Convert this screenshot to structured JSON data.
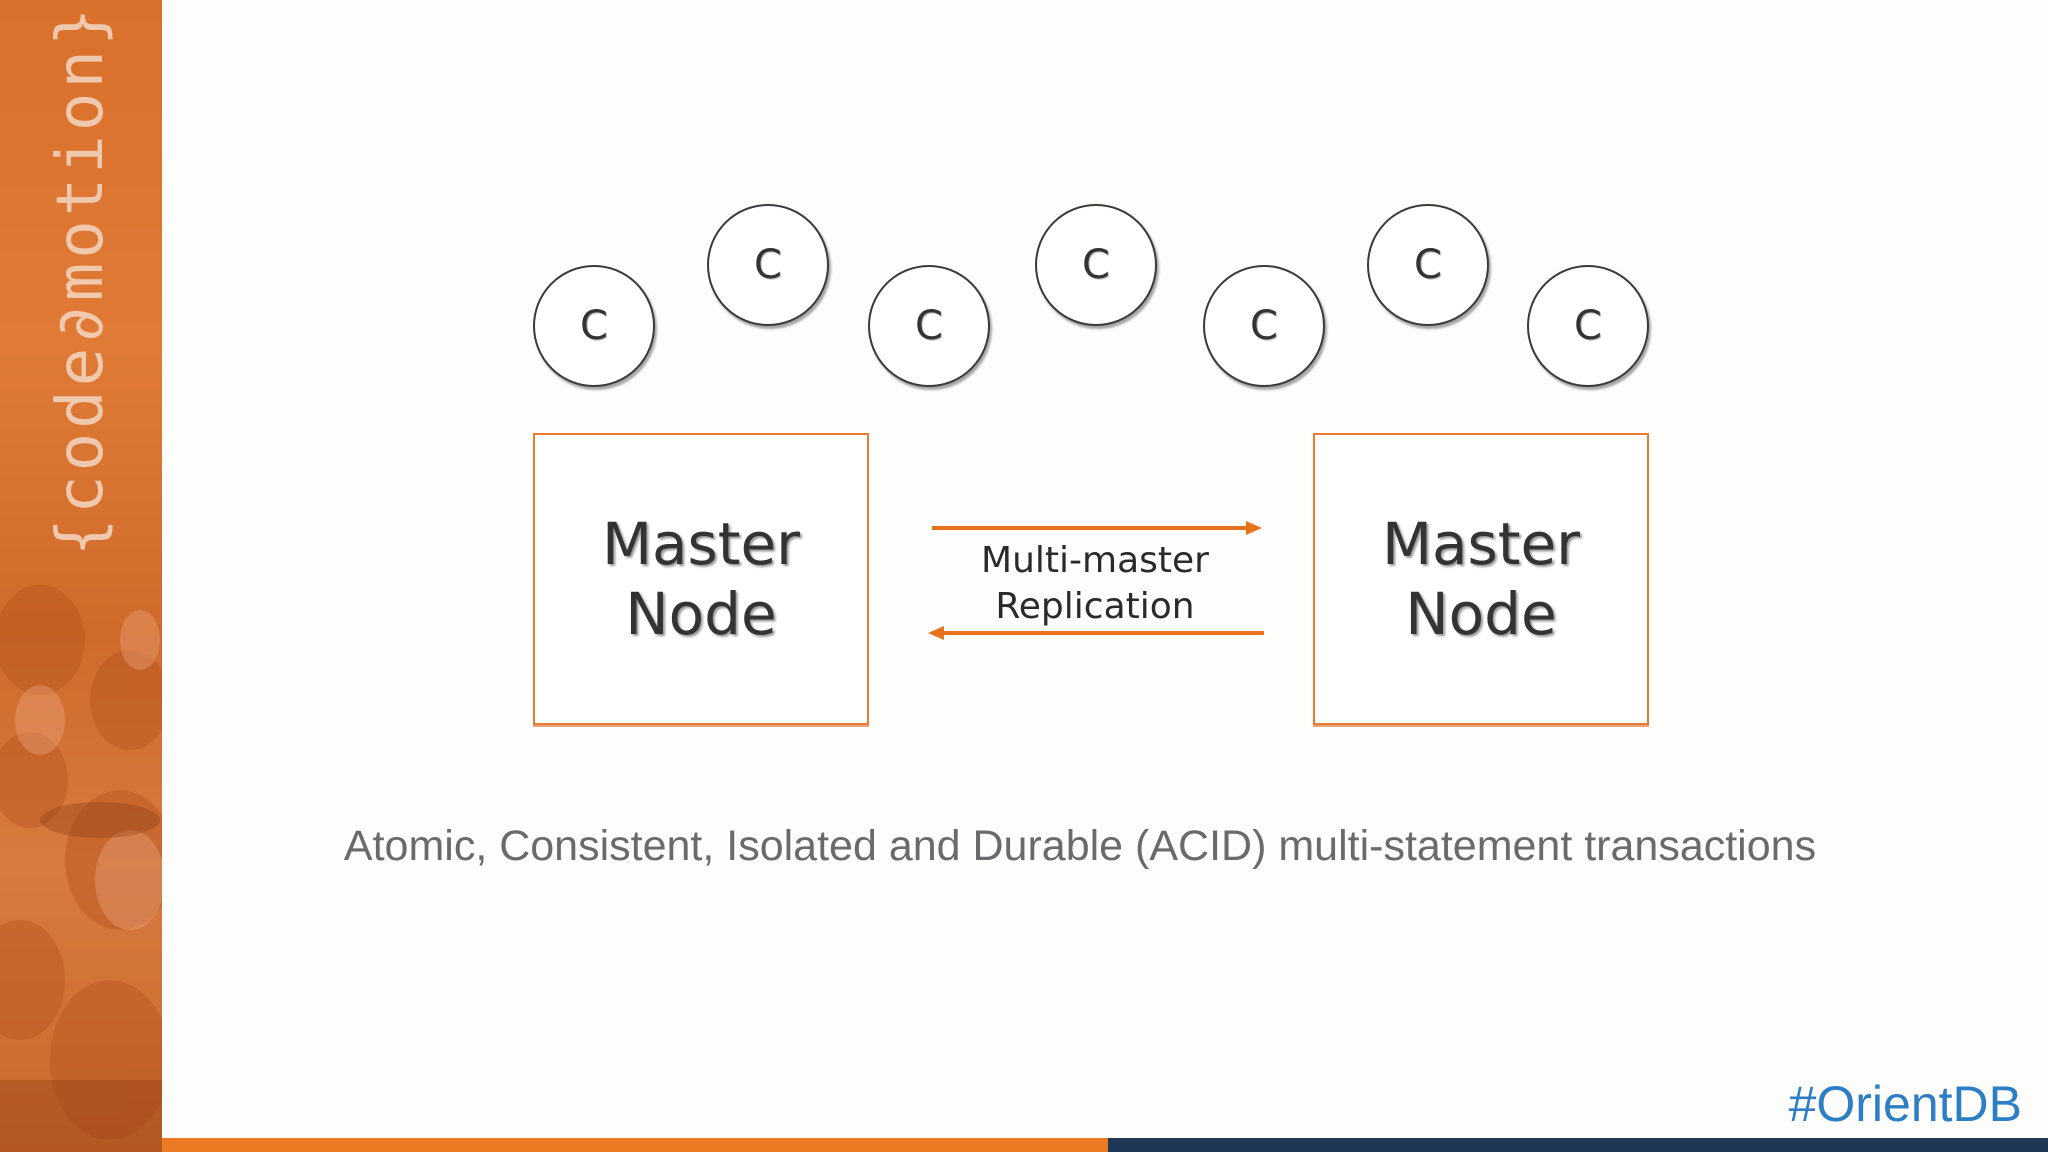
{
  "sidebar": {
    "logo_text": "{code∂motion}"
  },
  "diagram": {
    "clients": [
      "C",
      "C",
      "C",
      "C",
      "C",
      "C",
      "C"
    ],
    "nodes": [
      {
        "label": "Master\nNode"
      },
      {
        "label": "Master\nNode"
      }
    ],
    "replication_label": "Multi-master\nReplication",
    "colors": {
      "accent": "#e77b32",
      "arrow": "#e8711d"
    }
  },
  "caption": "Atomic, Consistent, Isolated and Durable (ACID) multi-statement transactions",
  "hashtag": "#OrientDB",
  "footer_colors": {
    "left": "#ec7a22",
    "right": "#1e3754"
  }
}
